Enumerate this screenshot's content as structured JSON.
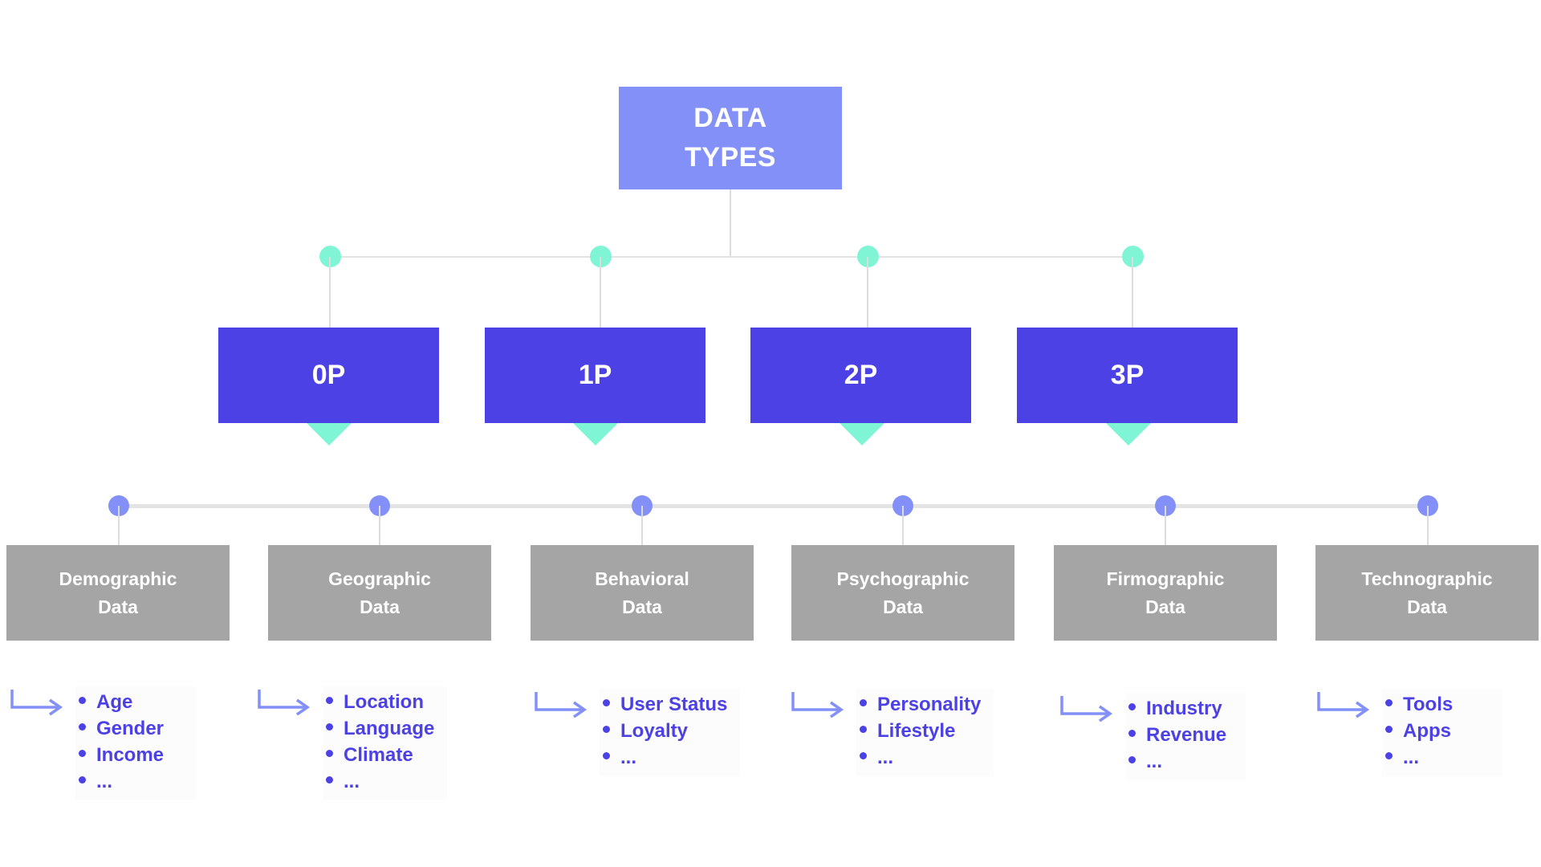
{
  "diagram": {
    "title": "Data Types hierarchy",
    "colors": {
      "root_fill": "#8390F7",
      "party_fill": "#4C41E4",
      "category_fill": "#A5A5A5",
      "accent_mint": "#7FF5D6",
      "accent_periwinkle": "#8390F7",
      "connector_gray": "#E2E2E2",
      "bullet_text": "#4C41E4",
      "background": "#FFFFFF"
    }
  },
  "root": {
    "line1": "DATA",
    "line2": "TYPES"
  },
  "parties": [
    {
      "label": "0P"
    },
    {
      "label": "1P"
    },
    {
      "label": "2P"
    },
    {
      "label": "3P"
    }
  ],
  "categories": [
    {
      "line1": "Demographic",
      "line2": "Data",
      "items": [
        "Age",
        "Gender",
        "Income",
        "..."
      ]
    },
    {
      "line1": "Geographic",
      "line2": "Data",
      "items": [
        "Location",
        "Language",
        "Climate",
        "..."
      ]
    },
    {
      "line1": "Behavioral",
      "line2": "Data",
      "items": [
        "User Status",
        "Loyalty",
        "..."
      ]
    },
    {
      "line1": "Psychographic",
      "line2": "Data",
      "items": [
        "Personality",
        "Lifestyle",
        "..."
      ]
    },
    {
      "line1": "Firmographic",
      "line2": "Data",
      "items": [
        "Industry",
        "Revenue",
        "..."
      ]
    },
    {
      "line1": "Technographic",
      "line2": "Data",
      "items": [
        "Tools",
        "Apps",
        "..."
      ]
    }
  ]
}
